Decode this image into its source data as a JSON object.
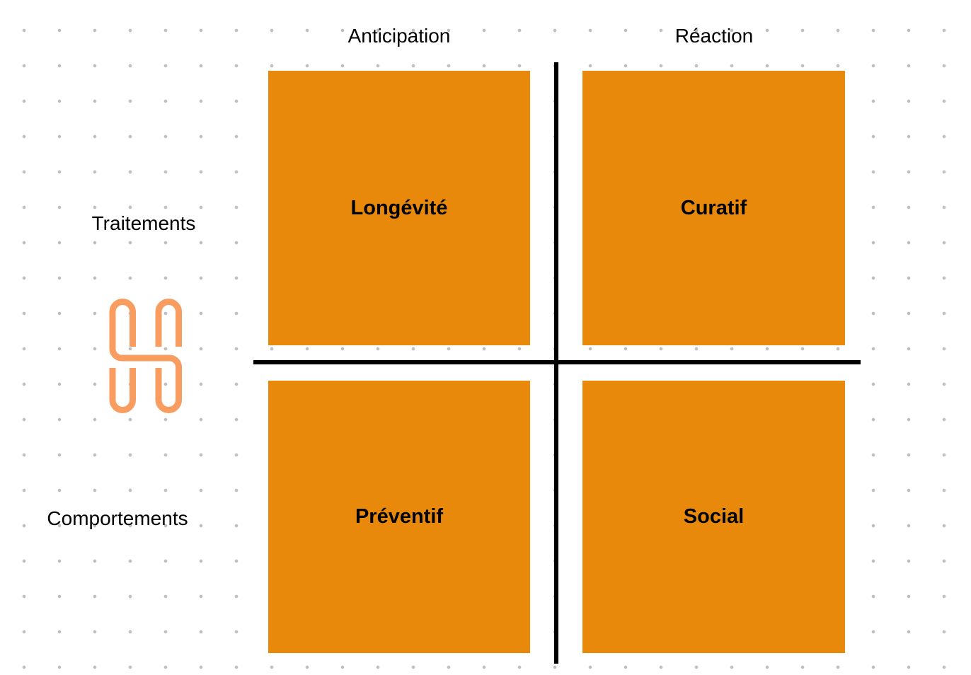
{
  "matrix": {
    "column_headers": [
      {
        "label": "Anticipation"
      },
      {
        "label": "Réaction"
      }
    ],
    "row_headers": [
      {
        "label": "Traitements"
      },
      {
        "label": "Comportements"
      }
    ],
    "quadrants": [
      {
        "position": "top-left",
        "column": "Anticipation",
        "row": "Traitements",
        "label": "Longévité"
      },
      {
        "position": "top-right",
        "column": "Réaction",
        "row": "Traitements",
        "label": "Curatif"
      },
      {
        "position": "bottom-left",
        "column": "Anticipation",
        "row": "Comportements",
        "label": "Préventif"
      },
      {
        "position": "bottom-right",
        "column": "Réaction",
        "row": "Comportements",
        "label": "Social"
      }
    ]
  },
  "icons": {
    "logo": "s-monogram-logo"
  },
  "colors": {
    "canvas_bg": "#ffffff",
    "dot_grid": "#bfbfbf",
    "quadrant_fill": "#e8890b",
    "axis_line": "#000000",
    "logo_stroke": "#f99c5f",
    "text_color": "#000000"
  }
}
